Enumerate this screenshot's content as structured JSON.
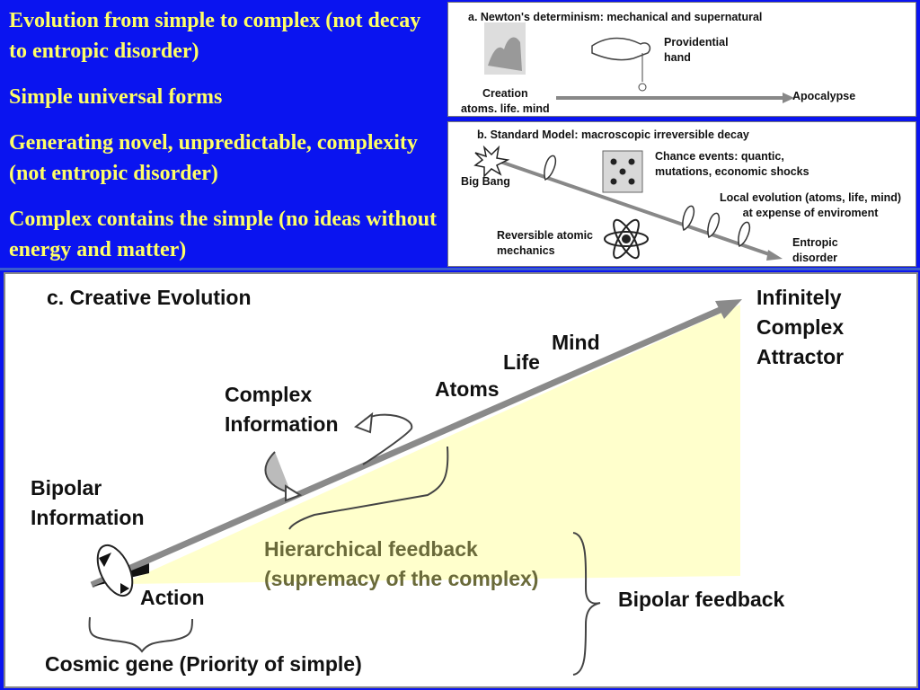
{
  "bullets": [
    "Evolution from simple to complex (not decay to entropic disorder)",
    "Simple universal forms",
    "Generating novel, unpredictable, complexity (not entropic disorder)",
    "Complex contains the simple (no ideas without energy and matter)"
  ],
  "panel_a": {
    "title": "a. Newton's determinism: mechanical and supernatural",
    "providential": "Providential\nhand",
    "creation": "Creation\natoms. life. mind",
    "apocalypse": "Apocalypse"
  },
  "panel_b": {
    "title": "b. Standard Model:  macroscopic irreversible decay",
    "big_bang": "Big Bang",
    "chance": "Chance events: quantic,\nmutations, economic shocks",
    "local_evolution": "Local evolution (atoms, life, mind)\nat expense of enviroment",
    "reversible": "Reversible atomic\nmechanics",
    "entropic": "Entropic\ndisorder"
  },
  "panel_c": {
    "title": "c. Creative Evolution",
    "attractor": "Infinitely\nComplex\nAttractor",
    "mind": "Mind",
    "life": "Life",
    "atoms": "Atoms",
    "complex_info": "Complex\nInformation",
    "bipolar_info": "Bipolar\nInformation",
    "hierarchical": "Hierarchical feedback\n(supremacy of the complex)",
    "bipolar_feedback": "Bipolar feedback",
    "action": "Action",
    "cosmic_gene": "Cosmic gene (Priority of  simple)"
  },
  "colors": {
    "background": "#0a14f0",
    "bullet_text": "#ffff66",
    "wedge": "#ffffcc",
    "arrow": "#8a8a8a"
  }
}
